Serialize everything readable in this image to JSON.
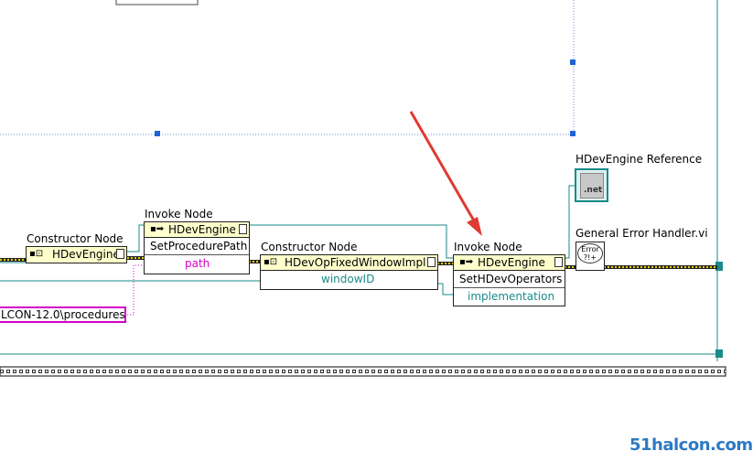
{
  "constructor_node_1": {
    "label": "Constructor Node",
    "class": "HDevEngine"
  },
  "invoke_node_1": {
    "label": "Invoke Node",
    "class": "HDevEngine",
    "method": "SetProcedurePath",
    "param": "path"
  },
  "constructor_node_2": {
    "label": "Constructor Node",
    "class": "HDevOpFixedWindowImpl",
    "param": "windowID"
  },
  "invoke_node_2": {
    "label": "Invoke Node",
    "class": "HDevEngine",
    "method": "SetHDevOperators",
    "param": "implementation"
  },
  "path_constant": "LCON-12.0\\procedures",
  "reference_indicator": {
    "label": "HDevEngine Reference",
    "icon_text": ".net"
  },
  "error_handler": {
    "label": "General Error Handler.vi",
    "icon_text": "Error"
  },
  "watermark": "51halcon.com",
  "colors": {
    "wire_teal": "#1a8a8a",
    "wire_magenta": "#d400c8",
    "error_wire": "#b8a000",
    "selection": "#1e64d6",
    "arrow": "#e03a32"
  }
}
